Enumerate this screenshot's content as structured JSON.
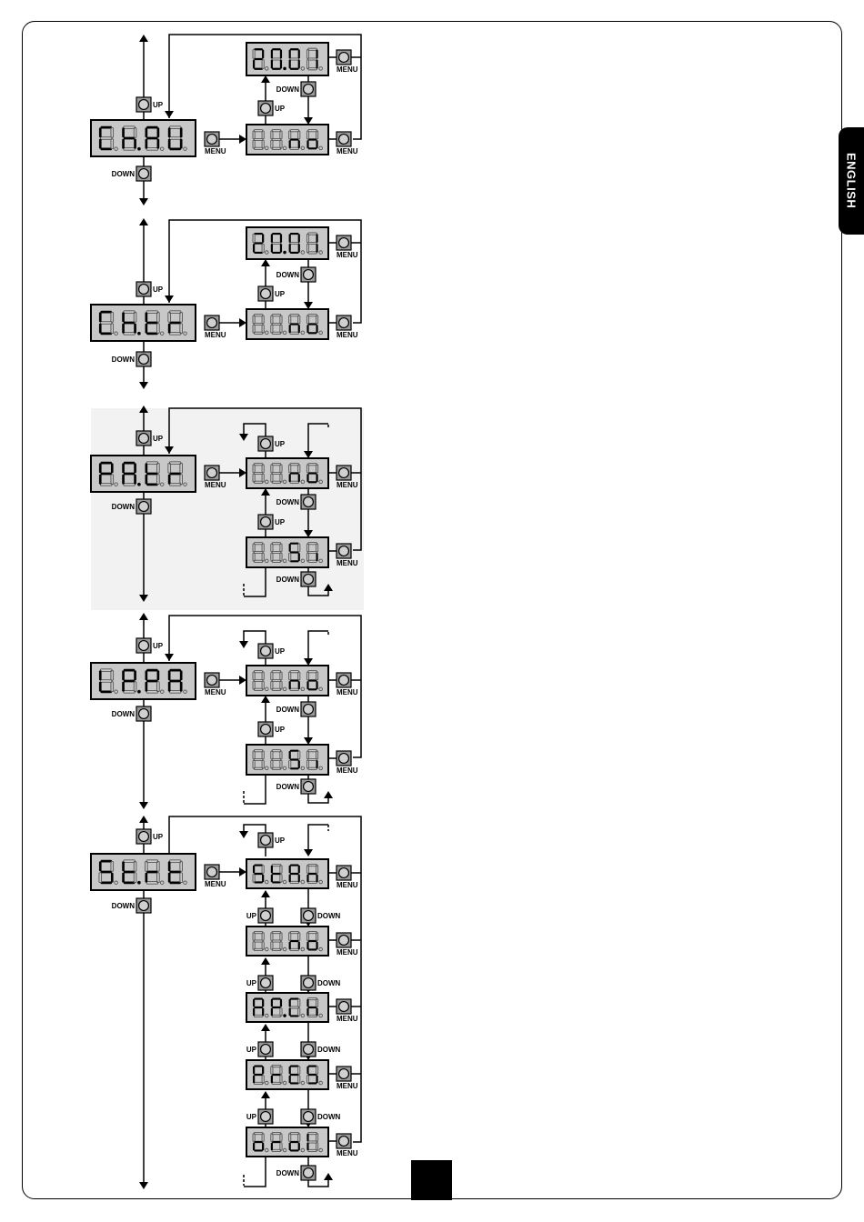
{
  "language_tab": "ENGLISH",
  "button_labels": {
    "up": "UP",
    "down": "DOWN",
    "menu": "MENU"
  },
  "sections": [
    {
      "id": "chau",
      "main_display": "Ch.AU",
      "sub_displays": [
        "20.01",
        "no"
      ]
    },
    {
      "id": "chtr",
      "main_display": "Ch.tr",
      "sub_displays": [
        "20.01",
        "no"
      ]
    },
    {
      "id": "patr",
      "main_display": "PA.tr",
      "sub_displays": [
        "no",
        "Si"
      ]
    },
    {
      "id": "lppa",
      "main_display": "LP.PA",
      "sub_displays": [
        "no",
        "Si"
      ]
    },
    {
      "id": "strt",
      "main_display": "St.rt",
      "sub_displays": [
        "StAn",
        "no",
        "AP.Ch",
        "PrES",
        "orol"
      ]
    }
  ]
}
